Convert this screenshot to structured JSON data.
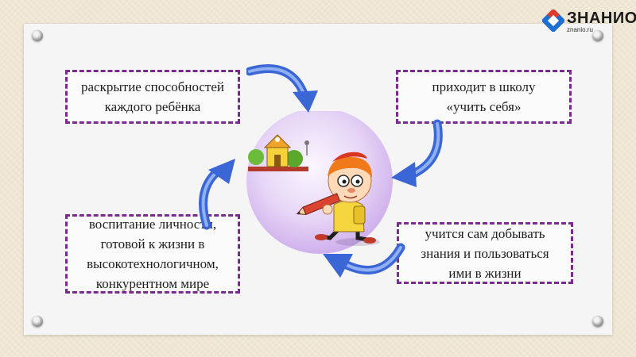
{
  "logo": {
    "title": "ЗНАНИО",
    "subtitle": "znanio.ru",
    "mark_colors": [
      "#e03a2f",
      "#1d6fd1"
    ]
  },
  "boxes": {
    "top_left": "раскрытие способностей\nкаждого ребёнка",
    "top_right": "приходит в школу\n«учить себя»",
    "bottom_left": "воспитание личности,\nготовой к жизни в\nвысокотехнологичном,\nконкурентном мире",
    "bottom_right": "учится сам добывать\nзнания и пользоваться\nими в жизни"
  },
  "colors": {
    "box_border": "#7a2b8e",
    "arrow_blue": "#3b66d6",
    "circle_fill": "#dcc4f0"
  },
  "icons": {
    "center": "boy-with-pencil-illustration",
    "arrows": "curved-blue-arrow-icon",
    "pins": "pushpin-icon"
  }
}
